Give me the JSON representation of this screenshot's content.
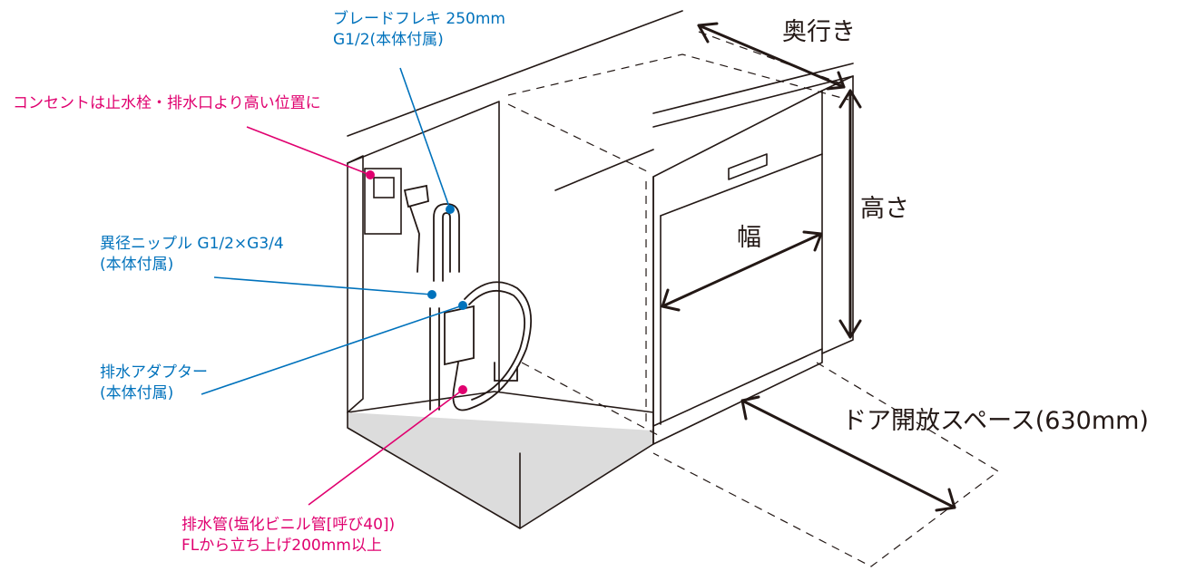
{
  "labels": {
    "flex_line1": "ブレードフレキ 250mm",
    "flex_line2": "G1/2(本体付属)",
    "outlet": "コンセントは止水栓・排水口より高い位置に",
    "nipple_line1": "異径ニップル G1/2×G3/4",
    "nipple_line2": "(本体付属)",
    "adapter_line1": "排水アダプター",
    "adapter_line2": "(本体付属)",
    "pipe_line1": "排水管(塩化ビニル管[呼び40])",
    "pipe_line2": "FLから立ち上げ200mm以上"
  },
  "dimensions": {
    "depth": "奥行き",
    "height": "高さ",
    "width": "幅",
    "door_space": "ドア開放スペース(630mm)"
  },
  "colors": {
    "pink": "#e0006f",
    "blue": "#0072bc",
    "line": "#231815",
    "floor": "#dcdcdc"
  }
}
